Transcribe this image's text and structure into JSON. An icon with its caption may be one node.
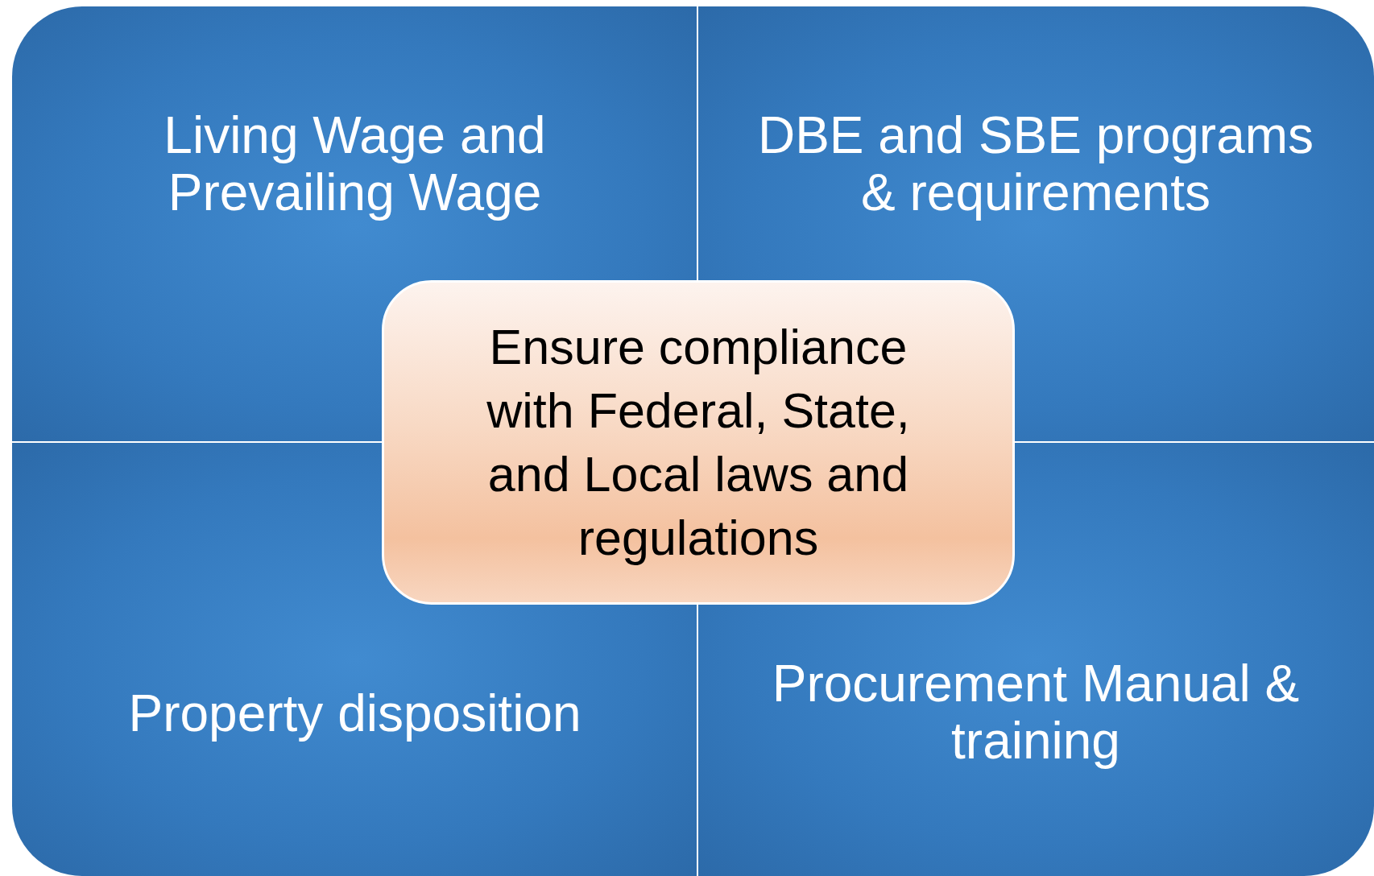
{
  "diagram": {
    "nodes": [
      {
        "text": [
          "Living Wage and Prevailing Wage"
        ]
      },
      {
        "text": [
          "DBE and SBE programs & requirements"
        ]
      },
      {
        "text": [
          "Property disposition"
        ]
      },
      {
        "text": [
          "Procurement Manual & training"
        ]
      },
      {
        "text": [
          "Ensure compliance with Federal, State, and Local laws and regulations"
        ]
      }
    ]
  }
}
